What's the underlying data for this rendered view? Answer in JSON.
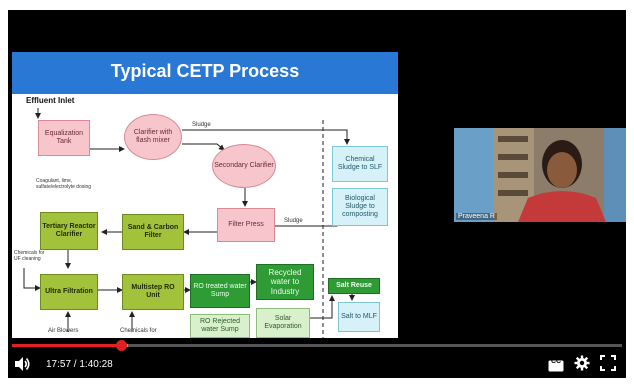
{
  "slide": {
    "title": "Typical CETP Process",
    "inlet_label": "Effluent Inlet",
    "nodes": {
      "equalization": "Equalization Tank",
      "clarifier_flash": "Clarifier with flash mixer",
      "secondary_clarifier": "Secondary Clarifier",
      "filter_press": "Filter Press",
      "sand_carbon": "Sand & Carbon Filter",
      "tertiary": "Tertiary Reactor Clarifier",
      "ultra": "Ultra Filtration",
      "multistep_ro": "Multistep RO Unit",
      "ro_treated": "RO treated water Sump",
      "recycled_water": "Recycled water to Industry",
      "ro_rejected": "RO Rejected water Sump",
      "solar": "Solar Evaporation",
      "salt_reuse": "Salt Reuse",
      "salt_mlf": "Salt to MLF",
      "chemical_sludge": "Chemical Sludge to SLF",
      "bio_sludge": "Biological Sludge to composting"
    },
    "labels": {
      "sludge_top": "Sludge",
      "sludge_mid": "Sludge",
      "coagulant": "Coagulant, lime, sulfate/electrolyte dosing",
      "uf_chemicals": "Chemicals for UF cleaning",
      "air_blowers": "Air Blowers",
      "chemicals_for": "Chemicals for"
    },
    "colors": {
      "header": "#2a78d6"
    }
  },
  "webcam": {
    "name_tag": "Praveena R"
  },
  "player": {
    "time_current": "17:57",
    "time_total": "1:40:28",
    "time_text": "17:57 / 1:40:28",
    "progress": 0.179,
    "buffered": 0.19,
    "cc_label": "CC",
    "accent": "#e32020"
  },
  "icons": {
    "volume": "speaker-icon",
    "settings": "gear-icon",
    "fullscreen": "fullscreen-icon",
    "captions": "cc-icon"
  }
}
